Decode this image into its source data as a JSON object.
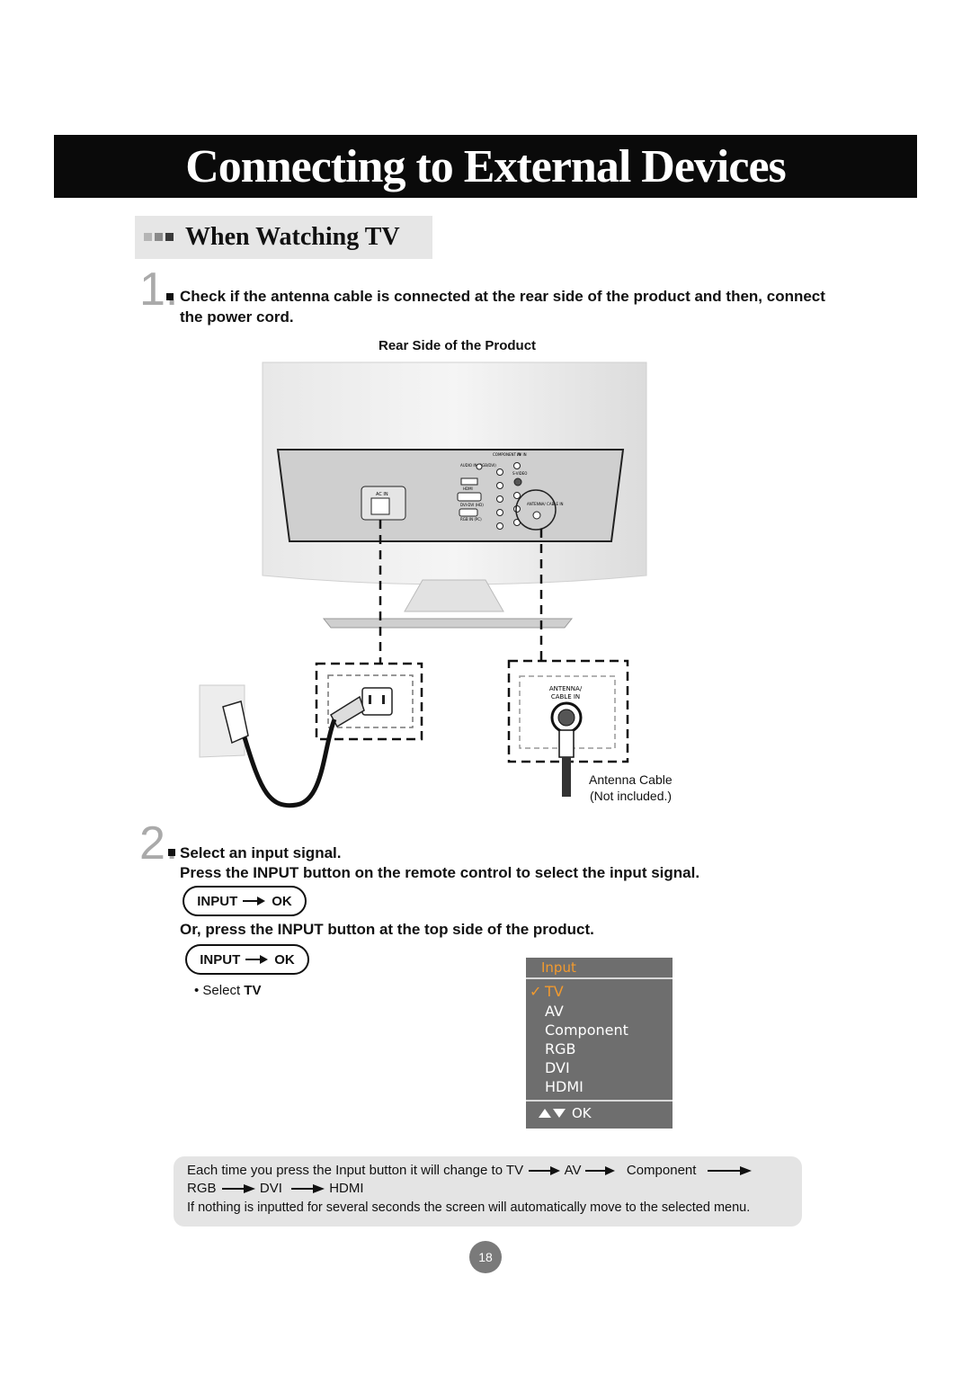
{
  "page_title": "Connecting to External Devices",
  "section_title": "When Watching TV",
  "step1": {
    "number": "1.",
    "line1": "Check if the antenna cable is connected at the rear side of the product and then, connect",
    "line2": "the power cord.",
    "caption": "Rear Side of the Product"
  },
  "illustration": {
    "panel_labels": {
      "component_in": "COMPONENT IN",
      "av_in": "AV IN",
      "audio_in": "AUDIO IN (RGB/DVI)",
      "hdmi": "HDMI",
      "svideo": "S-VIDEO",
      "dvi_in": "DVI-DVI (HD)",
      "rgb_in": "RGB IN (PC)",
      "antenna": "ANTENNA/ CABLE IN",
      "ac_in": "AC IN"
    },
    "antenna_label_1": "ANTENNA/",
    "antenna_label_2": "CABLE IN",
    "antenna_cable_1": "Antenna Cable",
    "antenna_cable_2": "(Not included.)"
  },
  "step2": {
    "number": "2.",
    "line1": "Select an input signal.",
    "line2": "Press the INPUT button on the remote control to select the input signal.",
    "line3": "Or, press the INPUT button at the top side of the product.",
    "select_prefix": "• Select ",
    "select_value": "TV"
  },
  "pill": {
    "input": "INPUT",
    "ok": "OK"
  },
  "osd": {
    "header": "Input",
    "check": "✓",
    "items": [
      "TV",
      "AV",
      "Component",
      "RGB",
      "DVI",
      "HDMI"
    ],
    "footer_ok": "OK"
  },
  "note": {
    "line1_prefix": "Each time you press the Input button it will change to TV",
    "seq1": [
      "AV",
      "Component"
    ],
    "seq2": [
      "RGB",
      "DVI",
      "HDMI"
    ],
    "line3": "If nothing is inputted for several seconds the screen will automatically move to the selected menu."
  },
  "page_number": "18",
  "colors": {
    "osd_accent": "#f29a2e",
    "osd_bg": "#6e6e6e",
    "title_bg": "#0a0a0a"
  }
}
